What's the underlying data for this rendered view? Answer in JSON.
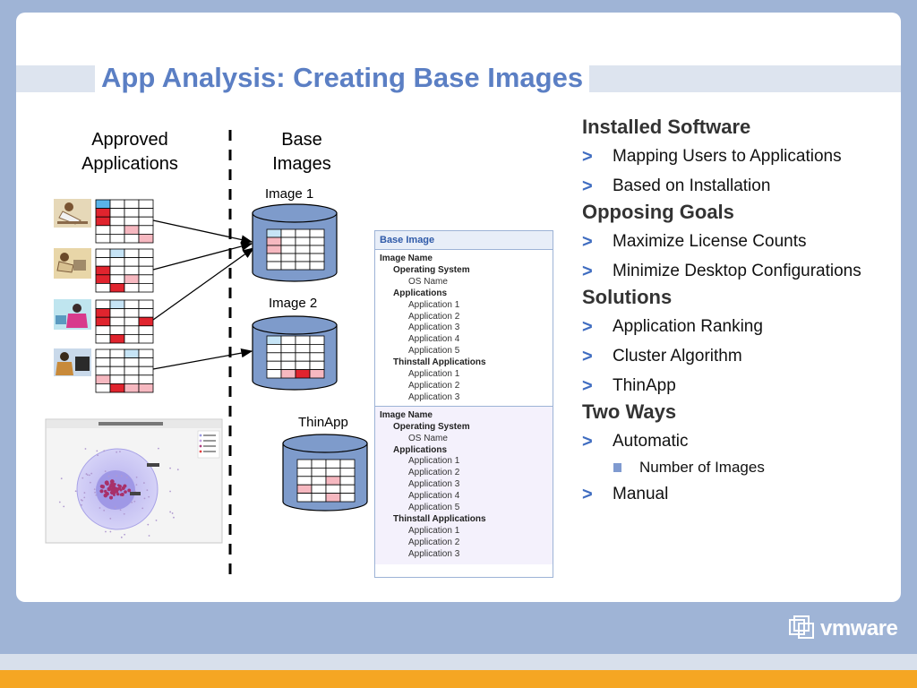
{
  "slide": {
    "title": "App Analysis:  Creating Base Images",
    "brand_logo": "vmware"
  },
  "diagram": {
    "approved_heading_line1": "Approved",
    "approved_heading_line2": "Applications",
    "base_heading_line1": "Base",
    "base_heading_line2": "Images",
    "image1_label": "Image 1",
    "image2_label": "Image 2",
    "thinapp_label": "ThinApp"
  },
  "base_image_panel": {
    "header": "Base Image",
    "block1": [
      {
        "level": 0,
        "text": "Image Name"
      },
      {
        "level": 1,
        "text": "Operating System"
      },
      {
        "level": 2,
        "text": "OS Name"
      },
      {
        "level": 1,
        "text": "Applications"
      },
      {
        "level": 2,
        "text": "Application 1"
      },
      {
        "level": 2,
        "text": "Application 2"
      },
      {
        "level": 2,
        "text": "Application 3"
      },
      {
        "level": 2,
        "text": "Application 4"
      },
      {
        "level": 2,
        "text": "Application 5"
      },
      {
        "level": 1,
        "text": "Thinstall Applications"
      },
      {
        "level": 2,
        "text": "Application 1"
      },
      {
        "level": 2,
        "text": "Application 2"
      },
      {
        "level": 2,
        "text": "Application 3"
      }
    ],
    "block2": [
      {
        "level": 0,
        "text": "Image Name"
      },
      {
        "level": 1,
        "text": "Operating System"
      },
      {
        "level": 2,
        "text": "OS Name"
      },
      {
        "level": 1,
        "text": "Applications"
      },
      {
        "level": 2,
        "text": "Application 1"
      },
      {
        "level": 2,
        "text": "Application 2"
      },
      {
        "level": 2,
        "text": "Application 3"
      },
      {
        "level": 2,
        "text": "Application 4"
      },
      {
        "level": 2,
        "text": "Application 5"
      },
      {
        "level": 1,
        "text": "Thinstall Applications"
      },
      {
        "level": 2,
        "text": "Application 1"
      },
      {
        "level": 2,
        "text": "Application 2"
      },
      {
        "level": 2,
        "text": "Application 3"
      }
    ]
  },
  "right_column": [
    {
      "heading": "Installed Software",
      "bullets": [
        "Mapping Users to Applications",
        "Based on Installation"
      ]
    },
    {
      "heading": "Opposing Goals",
      "bullets": [
        "Maximize License Counts",
        "Minimize Desktop Configurations"
      ]
    },
    {
      "heading": "Solutions",
      "bullets": [
        "Application Ranking",
        "Cluster Algorithm",
        "ThinApp"
      ]
    },
    {
      "heading": "Two Ways",
      "bullets": [
        "Automatic"
      ],
      "sub_bullets": [
        "Number of Images"
      ],
      "bullets_after": [
        "Manual"
      ]
    }
  ],
  "colors": {
    "title_blue": "#5b7fc4",
    "bullet_marker": "#3f6cc0",
    "cell_red": "#e0242e",
    "cell_pink": "#f6b8c0",
    "cell_blue": "#5ab4e8",
    "cell_lightblue": "#c6e4f6",
    "cylinder_fill": "#7e9bcb",
    "background": "#9fb4d6",
    "footer_orange": "#f5a623"
  }
}
